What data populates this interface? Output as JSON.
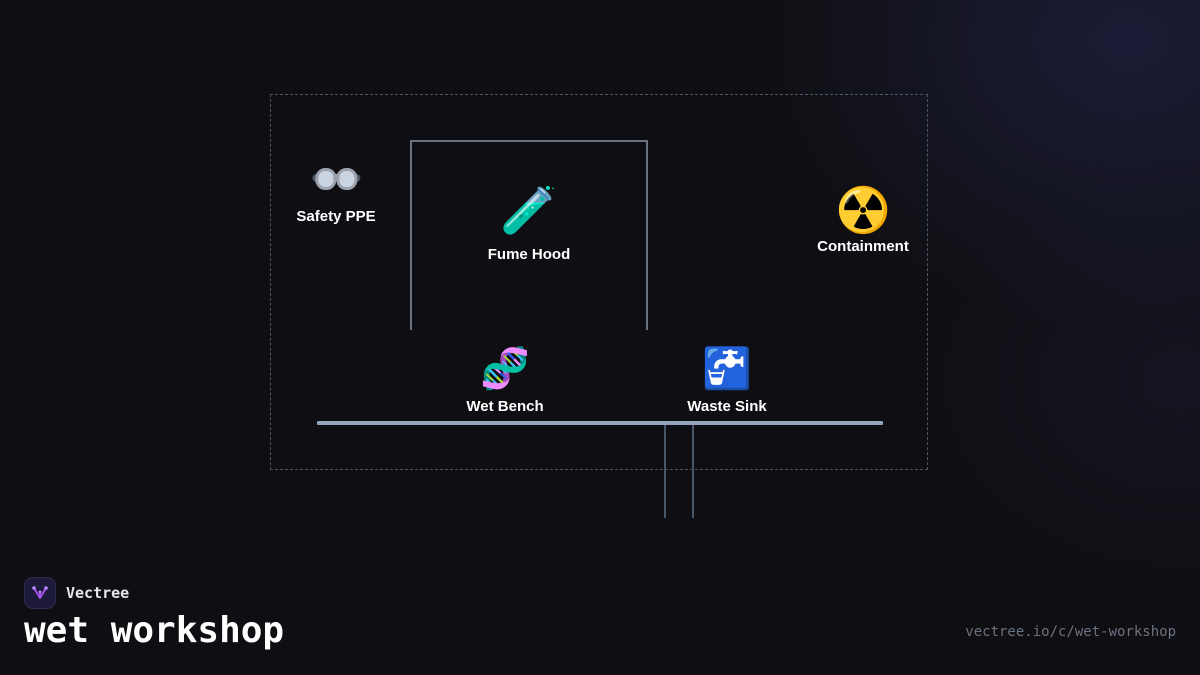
{
  "brand": {
    "name": "Vectree",
    "logo_icon": "vectree-logo-icon",
    "accent": "#a855f7"
  },
  "title": "wet workshop",
  "url": "vectree.io/c/wet-workshop",
  "diagram": {
    "nodes": [
      {
        "id": "safety-ppe",
        "label": "Safety PPE",
        "icon": "goggles-icon",
        "glyph": "🥽"
      },
      {
        "id": "fume-hood",
        "label": "Fume Hood",
        "icon": "test-tube-icon",
        "glyph": "🧪"
      },
      {
        "id": "containment",
        "label": "Containment",
        "icon": "radioactive-icon",
        "glyph": "☢️"
      },
      {
        "id": "wet-bench",
        "label": "Wet Bench",
        "icon": "dna-icon",
        "glyph": "🧬"
      },
      {
        "id": "waste-sink",
        "label": "Waste Sink",
        "icon": "faucet-icon",
        "glyph": "🚰"
      }
    ],
    "colors": {
      "frame": "#4b5563",
      "hood": "#6b7280",
      "bench": "#94a3b8",
      "pipes": "#475569"
    }
  }
}
